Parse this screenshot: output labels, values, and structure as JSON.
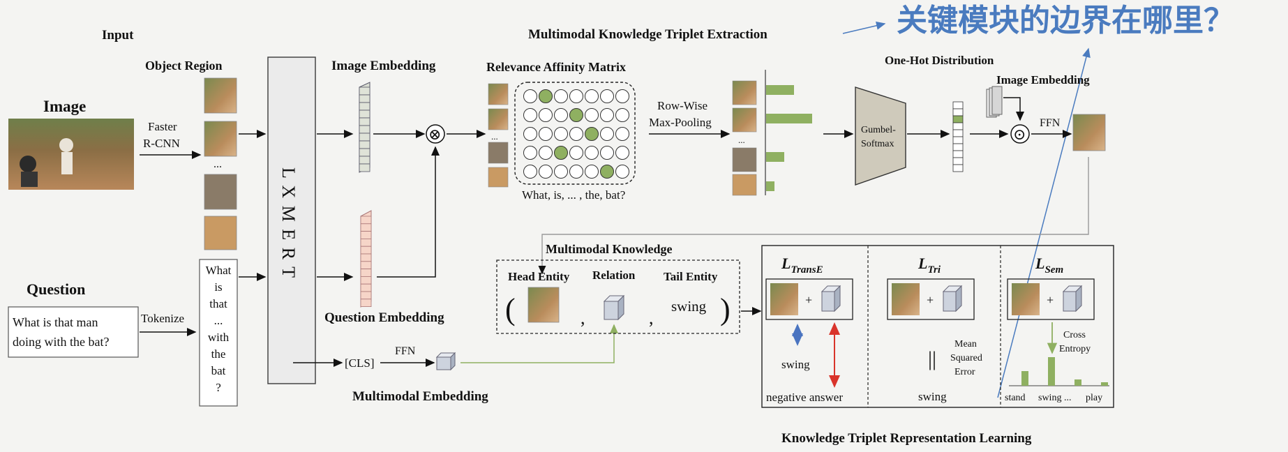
{
  "annotation": {
    "question_cn": "关键模块的边界在哪里？",
    "color": "#4a7bbf"
  },
  "headings": {
    "input": "Input",
    "image": "Image",
    "question": "Question",
    "object_region": "Object Region",
    "image_embedding": "Image Embedding",
    "question_embedding": "Question Embedding",
    "multimodal_embedding": "Multimodal Embedding",
    "relevance_matrix": "Relevance Affinity Matrix",
    "triplet_extraction": "Multimodal Knowledge Triplet Extraction",
    "one_hot": "One-Hot Distribution",
    "image_embedding_2": "Image Embedding",
    "multimodal_knowledge": "Multimodal Knowledge",
    "representation_learning": "Knowledge Triplet Representation Learning"
  },
  "labels": {
    "faster": "Faster",
    "rcnn": "R-CNN",
    "tokenize": "Tokenize",
    "lxmert": "L X M E R T",
    "ellipsis": "...",
    "row_wise": "Row-Wise",
    "max_pooling": "Max-Pooling",
    "matrix_caption": "What, is, ... , the, bat?",
    "gumbel_1": "Gumbel-",
    "gumbel_2": "Softmax",
    "ffn": "FFN",
    "ffn_2": "FFN",
    "cls": "[CLS]",
    "otimes": "⊗",
    "odot": "⊙",
    "plus": "+",
    "parallel": "||"
  },
  "question_text": {
    "line1": "What is that man",
    "line2": "doing with the bat?"
  },
  "tokens": [
    "What",
    "is",
    "that",
    "...",
    "with",
    "the",
    "bat",
    "?"
  ],
  "triplet": {
    "head": "Head Entity",
    "relation": "Relation",
    "tail": "Tail Entity",
    "tail_value": "swing",
    "open_paren": "(",
    "close_paren": ")",
    "comma": ","
  },
  "losses": [
    {
      "base": "L",
      "sub": "TransE"
    },
    {
      "base": "L",
      "sub": "Tri"
    },
    {
      "base": "L",
      "sub": "Sem"
    }
  ],
  "loss_text": {
    "swing_1": "swing",
    "negative": "negative answer",
    "mse_1": "Mean",
    "mse_2": "Squared",
    "mse_3": "Error",
    "swing_2": "swing",
    "cross_1": "Cross",
    "cross_2": "Entropy",
    "axis": [
      "stand",
      "swing ...",
      "play"
    ]
  },
  "colors": {
    "green": "#8fb061",
    "green_dark": "#5e7d35",
    "salmon": "#f2c2b2",
    "gray_box": "#cfcabb",
    "red_arrow": "#d9342b",
    "blue_arrow": "#4a74c0"
  }
}
